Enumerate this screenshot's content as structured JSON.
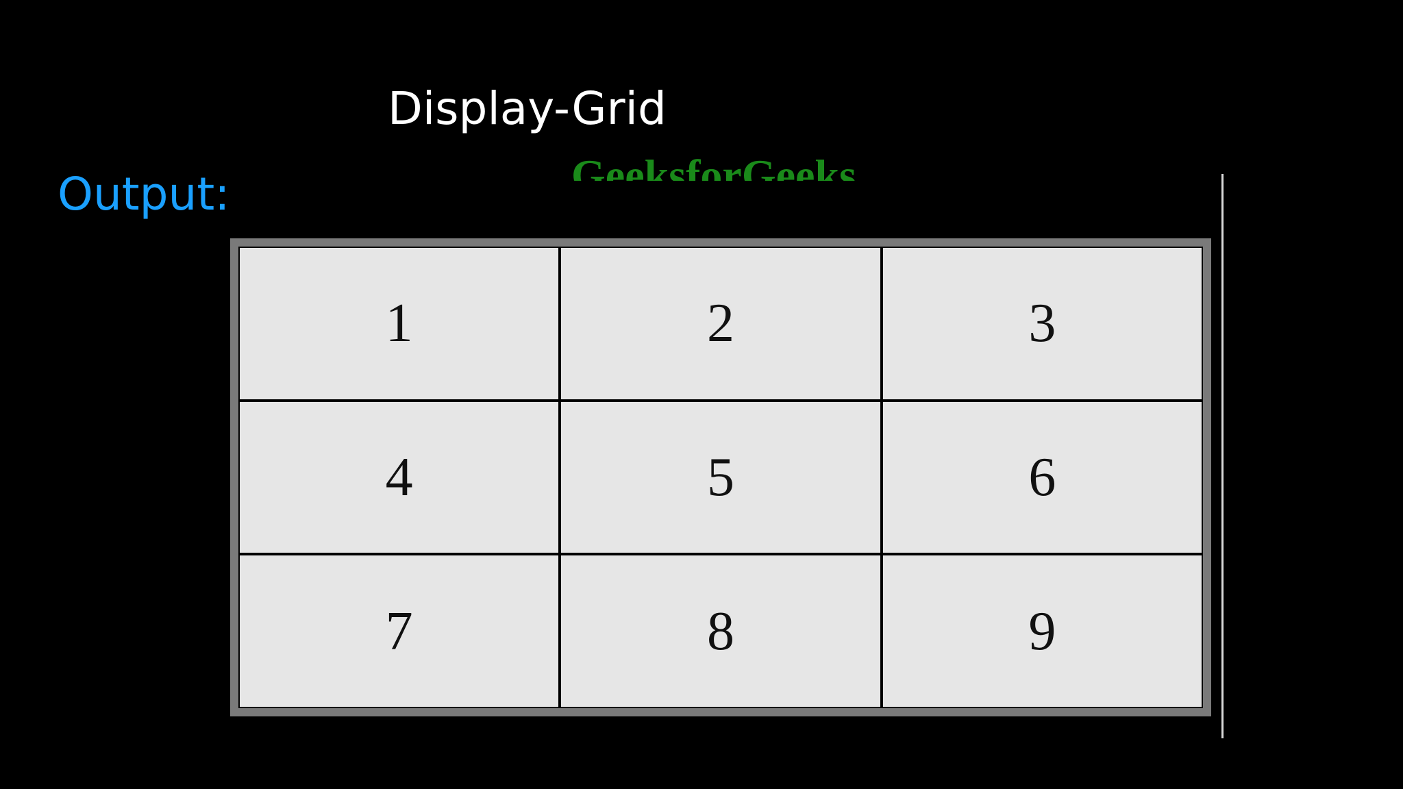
{
  "slide": {
    "title": "Display-Grid",
    "output_label": "Output:"
  },
  "rendered_output": {
    "heading": "GeeksforGeeks",
    "grid_items": [
      "1",
      "2",
      "3",
      "4",
      "5",
      "6",
      "7",
      "8",
      "9"
    ]
  },
  "colors": {
    "background": "#000000",
    "title": "#ffffff",
    "output_label": "#1aa0ff",
    "heading": "#1a8a1a",
    "grid_border": "#7a7a7a",
    "cell_background": "#e6e6e6",
    "cell_border": "#000000"
  }
}
